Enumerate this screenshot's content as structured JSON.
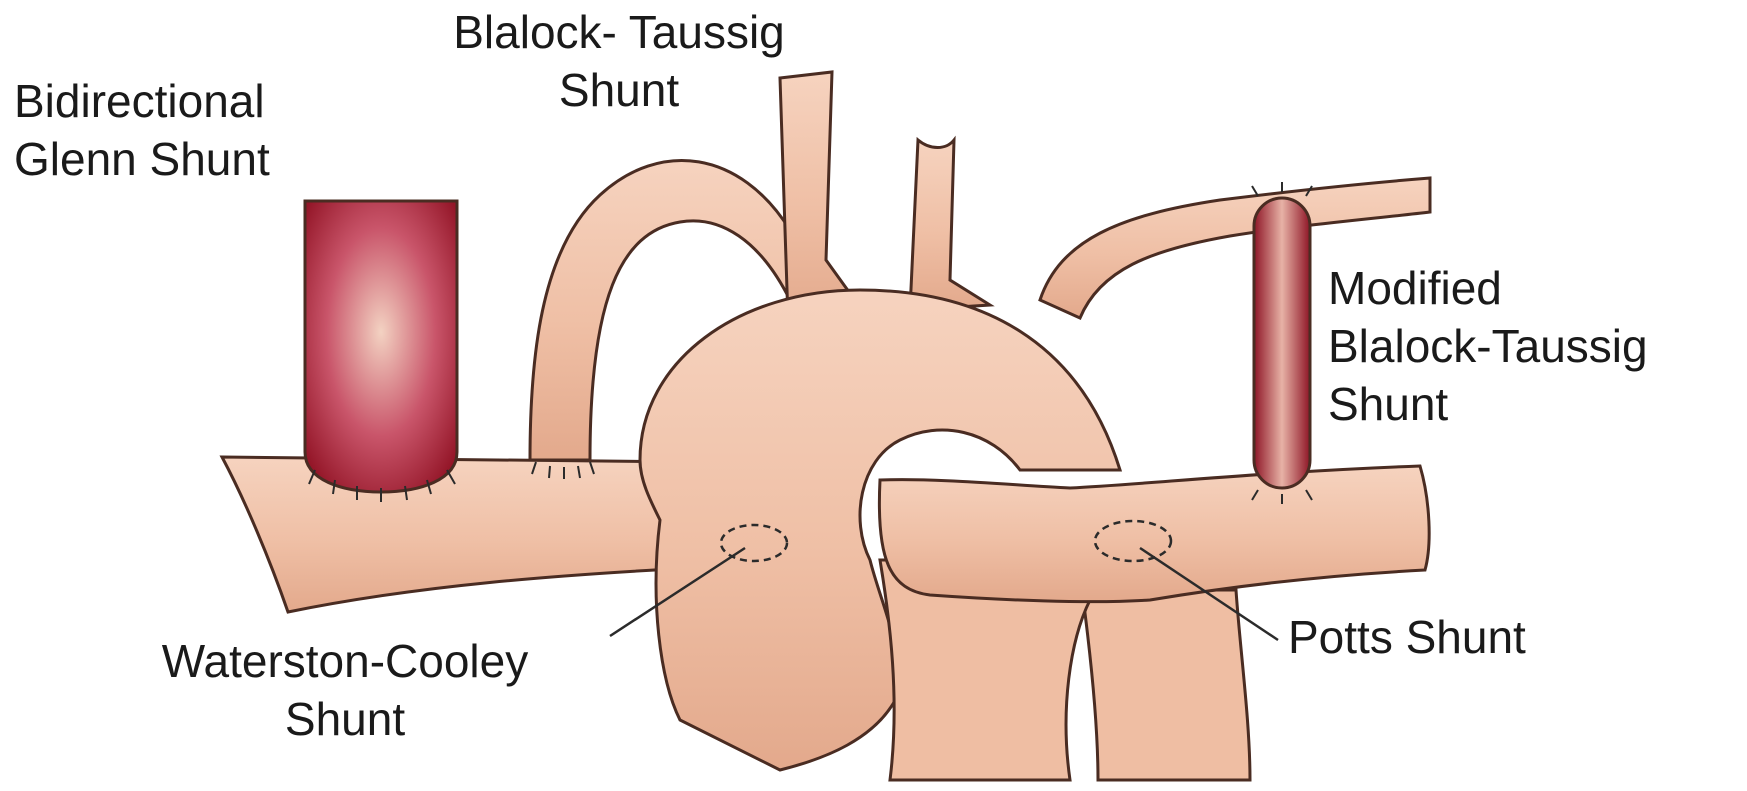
{
  "labels": {
    "glenn": {
      "line1": "Bidirectional",
      "line2": "Glenn Shunt"
    },
    "blalock": {
      "line1": "Blalock- Taussig",
      "line2": "Shunt"
    },
    "modified": {
      "line1": "Modified",
      "line2": "Blalock-Taussig",
      "line3": "Shunt"
    },
    "waterston": {
      "line1": "Waterston-Cooley",
      "line2": "Shunt"
    },
    "potts": {
      "line1": "Potts Shunt"
    }
  },
  "colors": {
    "vessel_fill": "#f0c0a6",
    "vessel_light": "#f7d9c8",
    "vessel_shade": "#dfa385",
    "vessel_outline": "#4a2c22",
    "graft_dark": "#9b1b2a",
    "graft_light": "#f0c8b8",
    "suture": "#2b2b2b",
    "label_text": "#1a1a1a"
  }
}
